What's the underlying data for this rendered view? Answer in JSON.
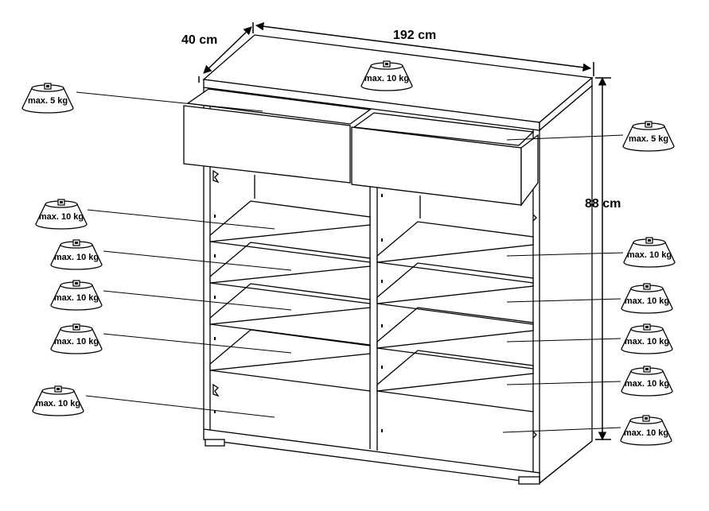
{
  "dimensions": {
    "depth": "40 cm",
    "width": "192 cm",
    "height": "88 cm"
  },
  "load_labels": [
    {
      "id": "top",
      "text": "max. 10 kg"
    },
    {
      "id": "drawer-left",
      "text": "max. 5 kg"
    },
    {
      "id": "drawer-right",
      "text": "max. 5 kg"
    },
    {
      "id": "left-shelf-1",
      "text": "max. 10 kg"
    },
    {
      "id": "left-shelf-2",
      "text": "max. 10 kg"
    },
    {
      "id": "left-shelf-3",
      "text": "max. 10 kg"
    },
    {
      "id": "left-shelf-4",
      "text": "max. 10 kg"
    },
    {
      "id": "left-bottom",
      "text": "max. 10 kg"
    },
    {
      "id": "right-shelf-1",
      "text": "max. 10 kg"
    },
    {
      "id": "right-shelf-2",
      "text": "max. 10 kg"
    },
    {
      "id": "right-shelf-3",
      "text": "max. 10 kg"
    },
    {
      "id": "right-shelf-4",
      "text": "max. 10 kg"
    },
    {
      "id": "right-bottom",
      "text": "max. 10 kg"
    }
  ],
  "colors": {
    "line": "#000000",
    "badge_fill": "#ffffff",
    "background": "#ffffff"
  },
  "icons": {
    "weight": "weight-icon"
  }
}
